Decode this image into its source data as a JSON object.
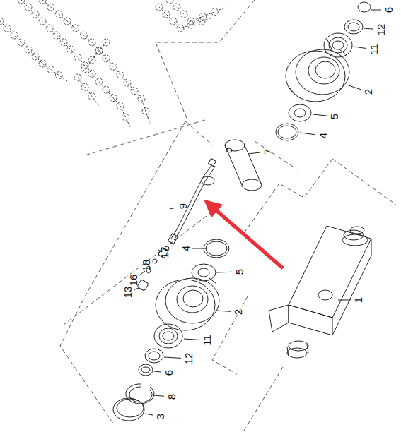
{
  "diagram": {
    "labels": [
      "6",
      "12",
      "11",
      "2",
      "5",
      "4",
      "7",
      "9",
      "1",
      "4",
      "5",
      "2",
      "11",
      "12",
      "6",
      "8",
      "3",
      "13",
      "16",
      "18",
      "17"
    ]
  }
}
